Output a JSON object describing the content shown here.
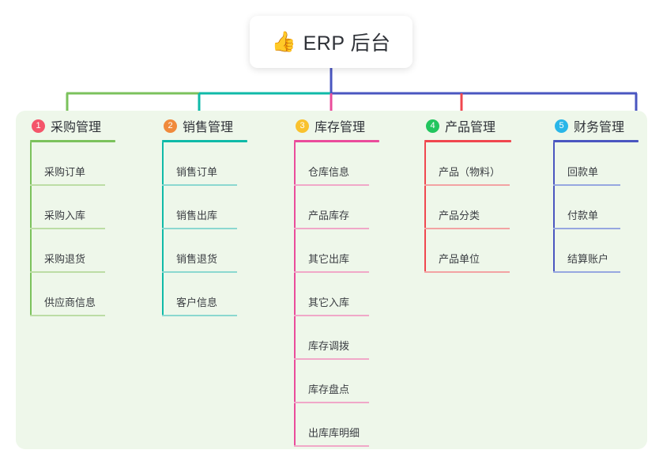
{
  "diagram": {
    "title": "ERP 后台",
    "type": "org-chart",
    "root": {
      "icon": "thumbs-up-icon",
      "glyph": "👍",
      "label": "ERP 后台"
    },
    "panel_color": "#eef7ea",
    "bus_segments": [
      {
        "color": "#7bc25c"
      },
      {
        "color": "#0fbaa8"
      },
      {
        "color": "#4a56c0"
      }
    ],
    "columns": [
      {
        "index": "1",
        "badge_color": "#f4556a",
        "line_color": "#7bc25c",
        "item_line_color": "#bcdda5",
        "title": "采购管理",
        "items": [
          "采购订单",
          "采购入库",
          "采购退货",
          "供应商信息"
        ]
      },
      {
        "index": "2",
        "badge_color": "#f08a3c",
        "line_color": "#0fbaa8",
        "item_line_color": "#8bd8d0",
        "title": "销售管理",
        "items": [
          "销售订单",
          "销售出库",
          "销售退货",
          "客户信息"
        ]
      },
      {
        "index": "3",
        "badge_color": "#f9c22e",
        "line_color": "#ea4c9b",
        "item_line_color": "#f0a8c8",
        "title": "库存管理",
        "items": [
          "仓库信息",
          "产品库存",
          "其它出库",
          "其它入库",
          "库存调拨",
          "库存盘点",
          "出库库明细"
        ]
      },
      {
        "index": "4",
        "badge_color": "#22c55e",
        "line_color": "#f0474f",
        "item_line_color": "#f3a3a3",
        "title": "产品管理",
        "items": [
          "产品（物料）",
          "产品分类",
          "产品单位"
        ]
      },
      {
        "index": "5",
        "badge_color": "#29b6e8",
        "line_color": "#4a56c0",
        "item_line_color": "#96a7e0",
        "title": "财务管理",
        "items": [
          "回款单",
          "付款单",
          "结算账户"
        ]
      }
    ]
  }
}
